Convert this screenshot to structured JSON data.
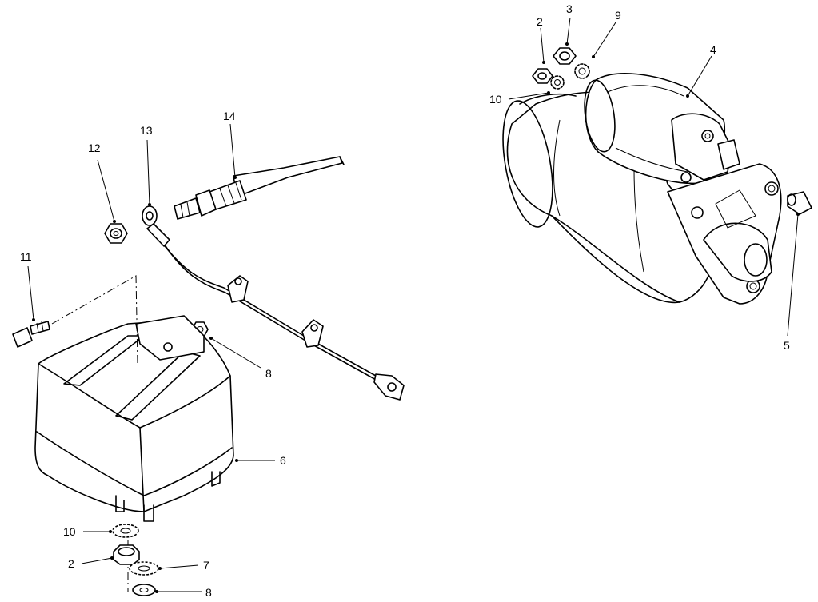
{
  "callouts": {
    "c2_top": "2",
    "c3": "3",
    "c9": "9",
    "c4": "4",
    "c10_top": "10",
    "c5": "5",
    "c13": "13",
    "c14": "14",
    "c12": "12",
    "c11": "11",
    "c8_mid": "8",
    "c6": "6",
    "c10_bottom": "10",
    "c2_bottom": "2",
    "c7": "7",
    "c8_bottom": "8"
  }
}
